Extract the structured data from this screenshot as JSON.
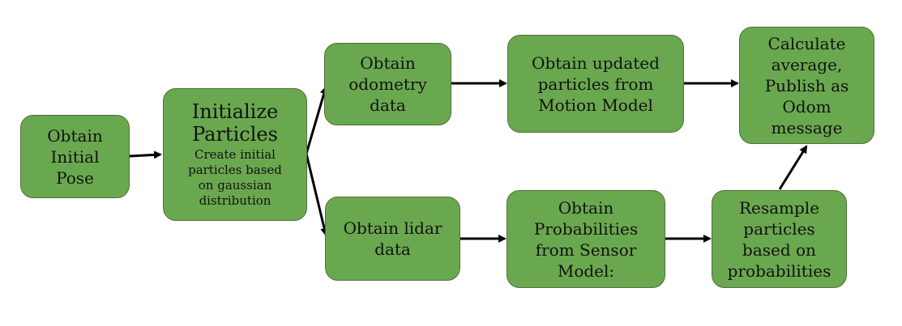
{
  "diagram": {
    "colors": {
      "node_fill": "#6aa84f",
      "node_border": "#4f6f3c",
      "arrow": "#000000",
      "text": "#111111"
    },
    "nodes": {
      "obtain_initial_pose": "Obtain\nInitial\nPose",
      "initialize_title": "Initialize\nParticles",
      "initialize_sub": "Create initial\nparticles based\non gaussian\ndistribution",
      "obtain_odometry": "Obtain\nodometry\ndata",
      "obtain_updated": "Obtain updated\nparticles from\nMotion Model",
      "calculate_average": "Calculate\naverage,\nPublish as\nOdom\nmessage",
      "obtain_lidar": "Obtain lidar\ndata",
      "obtain_probabilities": "Obtain\nProbabilities\nfrom Sensor\nModel:",
      "resample": "Resample\nparticles\nbased on\nprobabilities"
    },
    "edges": [
      {
        "from": "obtain_initial_pose",
        "to": "initialize_particles"
      },
      {
        "from": "initialize_particles",
        "to": "obtain_odometry"
      },
      {
        "from": "initialize_particles",
        "to": "obtain_lidar"
      },
      {
        "from": "obtain_odometry",
        "to": "obtain_updated"
      },
      {
        "from": "obtain_updated",
        "to": "calculate_average"
      },
      {
        "from": "obtain_lidar",
        "to": "obtain_probabilities"
      },
      {
        "from": "obtain_probabilities",
        "to": "resample"
      },
      {
        "from": "resample",
        "to": "calculate_average"
      }
    ]
  }
}
